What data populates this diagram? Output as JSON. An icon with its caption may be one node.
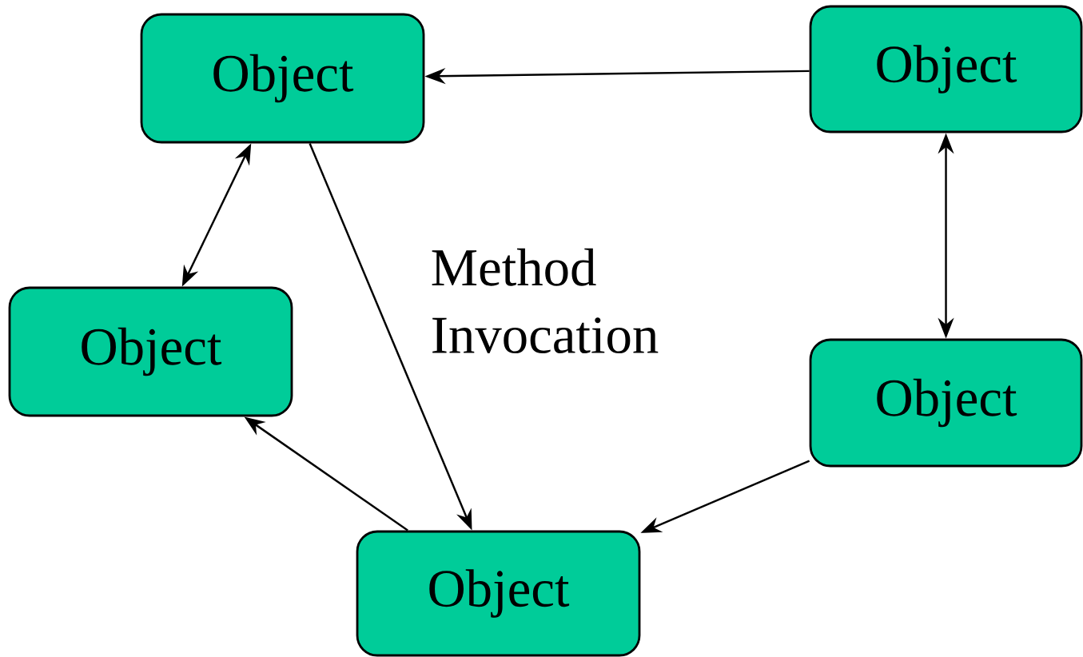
{
  "diagram": {
    "nodes": [
      {
        "text": [
          "Object"
        ]
      },
      {
        "text": [
          "Object"
        ]
      },
      {
        "text": [
          "Object"
        ]
      },
      {
        "text": [
          "Object"
        ]
      },
      {
        "text": [
          "Object"
        ]
      }
    ],
    "edges": [
      {
        "from": 1,
        "to": 0,
        "arrow": "to"
      },
      {
        "from": 0,
        "to": 2,
        "arrow": "both"
      },
      {
        "from": 0,
        "to": 4,
        "arrow": "to"
      },
      {
        "from": 1,
        "to": 3,
        "arrow": "both"
      },
      {
        "from": 3,
        "to": 4,
        "arrow": "to"
      },
      {
        "from": 4,
        "to": 2,
        "arrow": "to"
      }
    ],
    "labels": [
      "Method Invocation"
    ]
  }
}
